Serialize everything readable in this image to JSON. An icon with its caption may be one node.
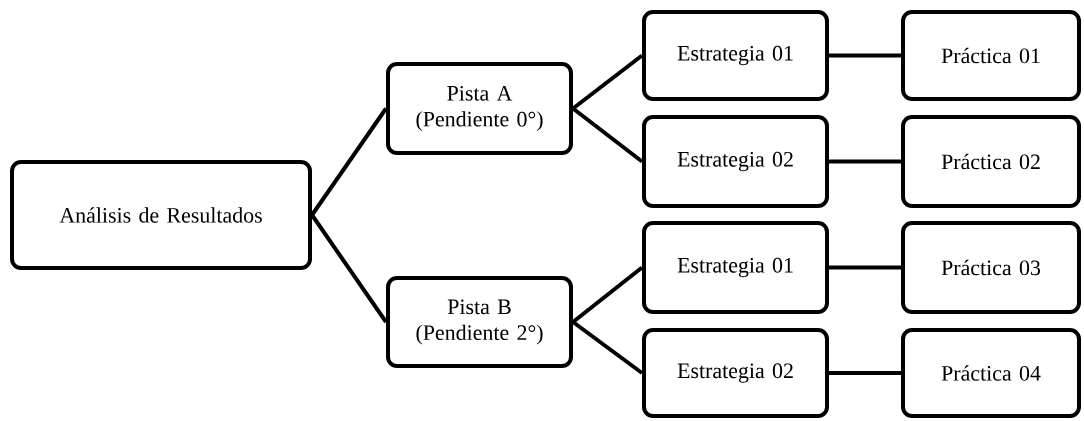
{
  "diagram": {
    "nodes": [
      {
        "text": [
          "Análisis de Resultados"
        ]
      },
      {
        "text": [
          "Pista A (Pendiente 0°)"
        ]
      },
      {
        "text": [
          "Pista B (Pendiente 2°)"
        ]
      },
      {
        "text": [
          "Estrategia 01"
        ]
      },
      {
        "text": [
          "Estrategia 02"
        ]
      },
      {
        "text": [
          "Estrategia 01"
        ]
      },
      {
        "text": [
          "Estrategia 02"
        ]
      },
      {
        "text": [
          "Práctica 01"
        ]
      },
      {
        "text": [
          "Práctica 02"
        ]
      },
      {
        "text": [
          "Práctica 03"
        ]
      },
      {
        "text": [
          "Práctica 04"
        ]
      }
    ],
    "edges": [
      {
        "from": 0,
        "to": 1,
        "arrow": "none"
      },
      {
        "from": 0,
        "to": 2,
        "arrow": "none"
      },
      {
        "from": 1,
        "to": 3,
        "arrow": "none"
      },
      {
        "from": 1,
        "to": 4,
        "arrow": "none"
      },
      {
        "from": 2,
        "to": 5,
        "arrow": "none"
      },
      {
        "from": 2,
        "to": 6,
        "arrow": "none"
      },
      {
        "from": 3,
        "to": 7,
        "arrow": "none"
      },
      {
        "from": 4,
        "to": 8,
        "arrow": "none"
      },
      {
        "from": 5,
        "to": 9,
        "arrow": "none"
      },
      {
        "from": 6,
        "to": 10,
        "arrow": "none"
      }
    ]
  }
}
